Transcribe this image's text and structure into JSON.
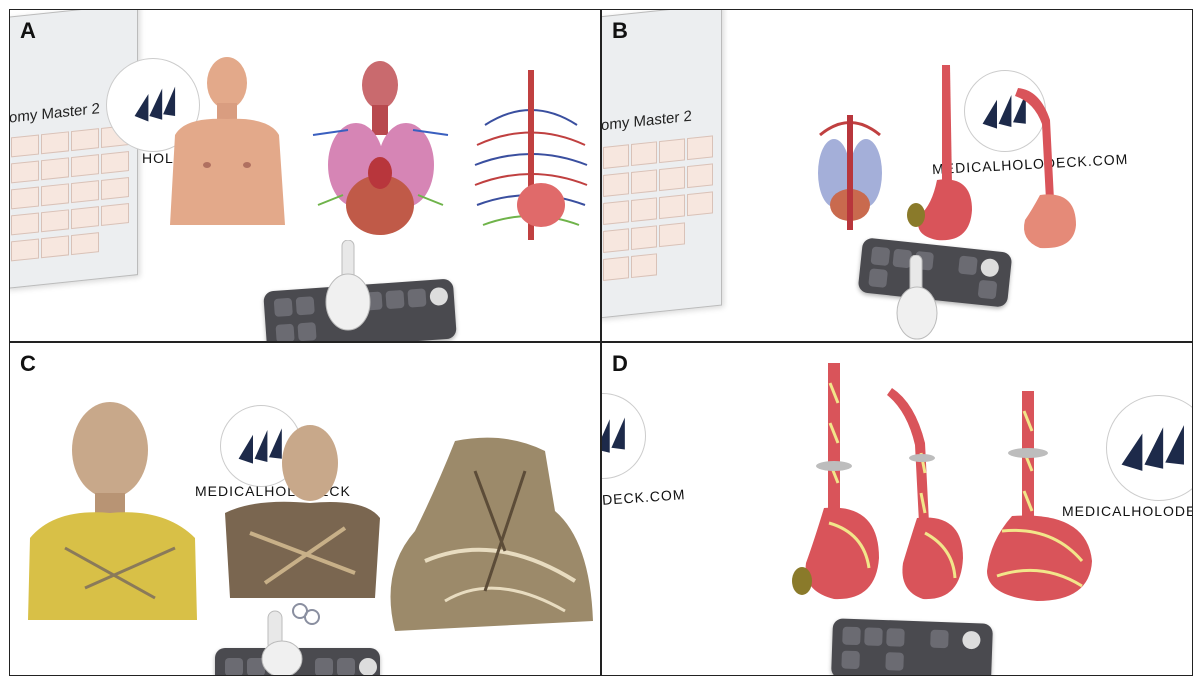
{
  "panels": {
    "a": {
      "label": "A",
      "menu_title": "omy Master 2",
      "brand": "HOL",
      "models": [
        "skin-model",
        "organs-model",
        "vascular-model"
      ],
      "tool_icons": [
        "move-icon",
        "scale-icon",
        "rotate-icon",
        "pen-icon",
        "hand-icon",
        "cut-icon",
        "undo-icon",
        "settings-icon"
      ]
    },
    "b": {
      "label": "B",
      "menu_title": "omy Master 2",
      "brand": "MEDICALHOLODECK.COM",
      "models": [
        "thorax-model",
        "stomach-model",
        "stomach-model-2"
      ]
    },
    "c": {
      "label": "C",
      "brand": "MEDICALHOLODECK",
      "models": [
        "cadaver-head-model",
        "cadaver-torso-model",
        "cadaver-dissection-model"
      ]
    },
    "d": {
      "label": "D",
      "brand_left": "DECK.COM",
      "brand_right": "MEDICALHOLODEC",
      "models": [
        "stomach-annotated-1",
        "stomach-annotated-2",
        "stomach-annotated-3"
      ]
    }
  },
  "colors": {
    "logo_blue": "#1d2a4a",
    "tissue_pink": "#d9545a",
    "skin": "#e3a98a",
    "toolbar": "#4a4a4f",
    "cadaver_yellow": "#d8c047",
    "nerve_yellow": "#f2e68a"
  }
}
